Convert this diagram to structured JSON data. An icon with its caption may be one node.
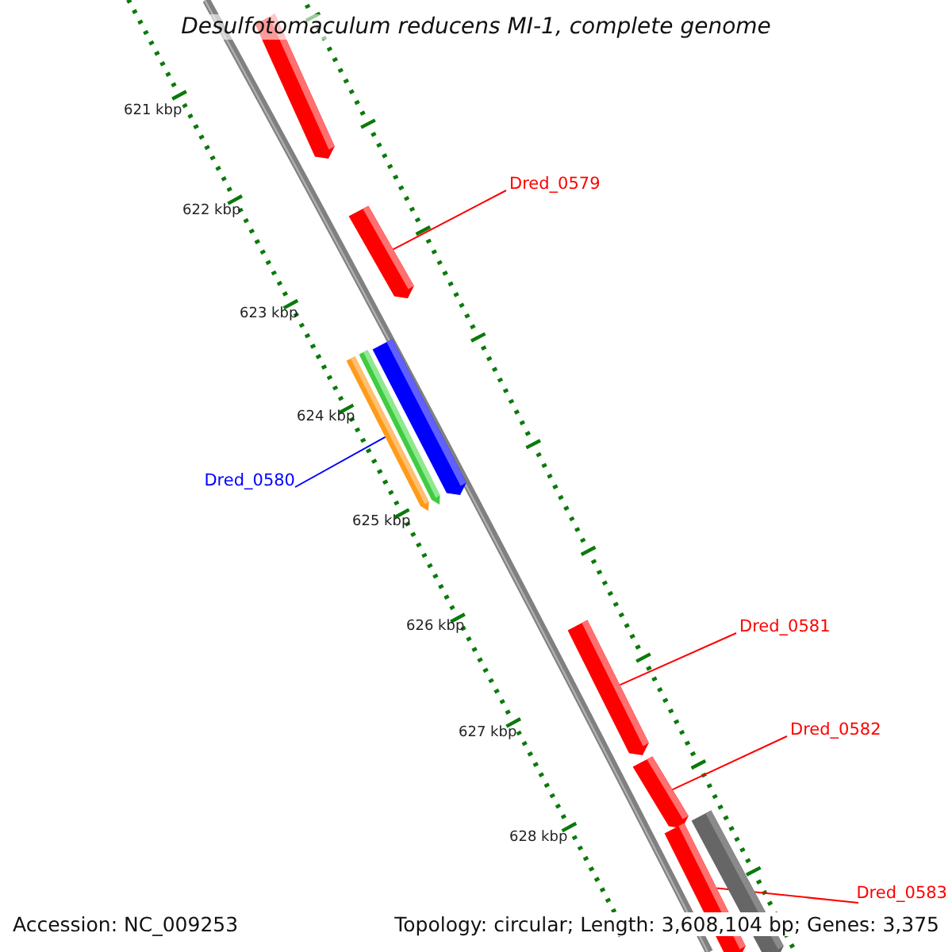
{
  "diagram": {
    "title": "Desulfotomaculum reducens MI-1, complete genome",
    "nodes": [
      {
        "text": [],
        "shape": "bar"
      },
      {
        "text": [],
        "shape": "bar"
      },
      {
        "text": [],
        "shape": "bar"
      },
      {
        "text": [],
        "shape": "bar"
      },
      {
        "text": [],
        "shape": "bar"
      },
      {
        "text": [],
        "shape": "bar"
      },
      {
        "text": [],
        "shape": "bar"
      },
      {
        "text": [],
        "shape": "bar"
      },
      {
        "text": [],
        "shape": "bar"
      },
      {
        "text": [
          "Dred_0579"
        ]
      },
      {
        "text": [
          "Dred_0580"
        ]
      },
      {
        "text": [
          "Dred_0581"
        ]
      },
      {
        "text": [
          "Dred_0582"
        ]
      },
      {
        "text": [
          "Dred_0583"
        ]
      }
    ],
    "edges": [
      {
        "from": 9,
        "to": 1,
        "arrow": "none"
      },
      {
        "from": 10,
        "to": 2,
        "arrow": "none",
        "color": "#0000ff"
      },
      {
        "from": 11,
        "to": 5,
        "arrow": "none"
      },
      {
        "from": 12,
        "to": 6,
        "arrow": "none"
      },
      {
        "from": 13,
        "to": 8,
        "arrow": "none"
      }
    ],
    "labels": [
      "621 kbp",
      "622 kbp",
      "623 kbp",
      "624 kbp",
      "625 kbp",
      "626 kbp",
      "627 kbp",
      "628 kbp",
      "Accession: NC_009253",
      "Topology: circular; Length: 3,608,104 bp; Genes: 3,375"
    ]
  }
}
